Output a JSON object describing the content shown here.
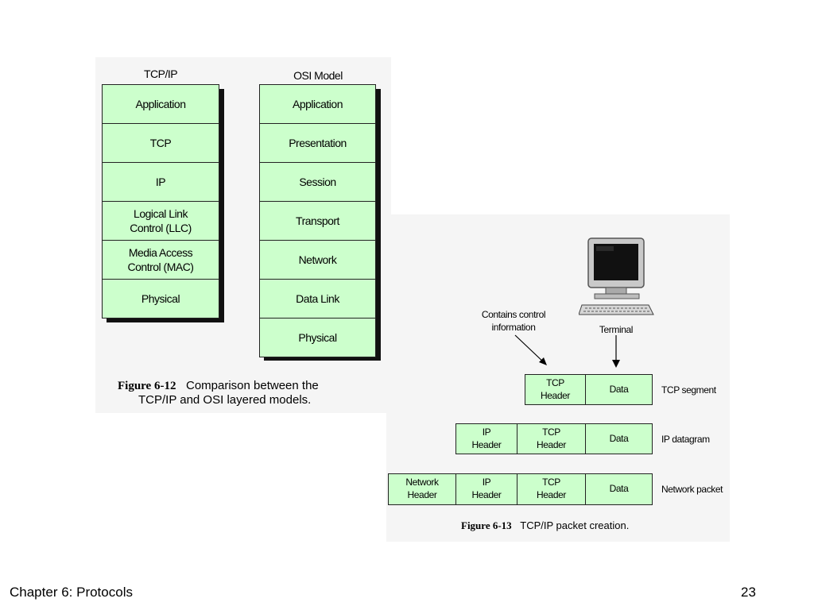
{
  "figure1": {
    "tcpip_title": "TCP/IP",
    "osi_title": "OSI Model",
    "tcpip_layers": [
      "Application",
      "TCP",
      "IP",
      "Logical  Link\nControl (LLC)",
      "Media Access\nControl (MAC)",
      "Physical"
    ],
    "osi_layers": [
      "Application",
      "Presentation",
      "Session",
      "Transport",
      "Network",
      "Data Link",
      "Physical"
    ],
    "caption_label": "Figure 6-12",
    "caption_text_line1": "Comparison between the",
    "caption_text_line2": "TCP/IP and OSI layered models."
  },
  "figure2": {
    "note_control": "Contains control\ninformation",
    "note_terminal": "Terminal",
    "rows": [
      {
        "cells": [
          "TCP\nHeader",
          "Data"
        ],
        "label": "TCP segment"
      },
      {
        "cells": [
          "IP\nHeader",
          "TCP\nHeader",
          "Data"
        ],
        "label": "IP datagram"
      },
      {
        "cells": [
          "Network\nHeader",
          "IP\nHeader",
          "TCP\nHeader",
          "Data"
        ],
        "label": "Network packet"
      }
    ],
    "caption_label": "Figure 6-13",
    "caption_text": "TCP/IP packet creation."
  },
  "footer": {
    "chapter": "Chapter 6:  Protocols",
    "page": "23"
  },
  "colors": {
    "layer_fill": "#ccffcc",
    "border": "#222222",
    "panel": "#f5f5f5"
  },
  "icons": [
    "computer-terminal-icon"
  ]
}
